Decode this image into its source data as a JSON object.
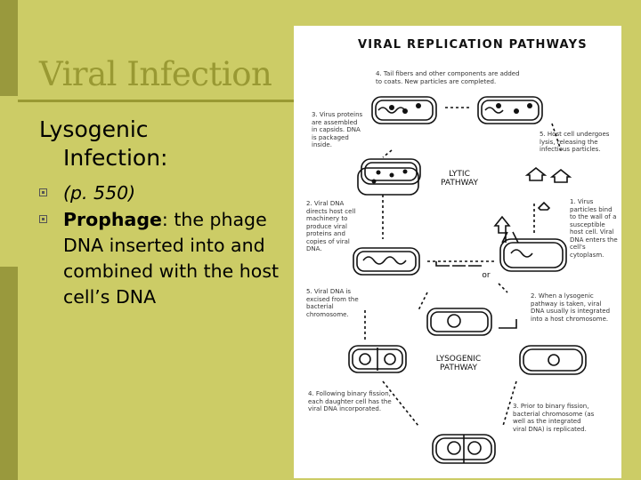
{
  "slide": {
    "title": "Viral Infection",
    "subtitle_line1": "Lysogenic",
    "subtitle_line2": "Infection:",
    "bullets": [
      {
        "text": "(p. 550)"
      },
      {
        "bold": "Prophage",
        "rest": ": the phage DNA inserted into and combined with the host cell’s DNA"
      }
    ]
  },
  "figure": {
    "title": "VIRAL REPLICATION PATHWAYS",
    "lytic_label_1": "LYTIC",
    "lytic_label_2": "PATHWAY",
    "lysogenic_label_1": "LYSOGENIC",
    "lysogenic_label_2": "PATHWAY",
    "or_label": "or",
    "captions": {
      "c4": "4. Tail fibers and other components are added to coats. New particles are completed.",
      "c3": "3. Virus proteins are assembled in capsids. DNA is packaged inside.",
      "c5": "5. Host cell undergoes lysis, releasing the infectious particles.",
      "c2": "2. Viral DNA directs host cell machinery to produce viral proteins and copies of viral DNA.",
      "c1": "1. Virus particles bind to the wall of a susceptible host cell. Viral DNA enters the cell's cytoplasm.",
      "c5b": "5. Viral DNA is excised from the bacterial chromosome.",
      "c2b": "2. When a lysogenic pathway is taken, viral DNA usually is integrated into a host chromosome.",
      "c4b": "4. Following binary fission, each daughter cell has the viral DNA incorporated.",
      "c3b": "3. Prior to binary fission, bacterial chromosome (as well as the integrated viral DNA) is replicated."
    }
  }
}
